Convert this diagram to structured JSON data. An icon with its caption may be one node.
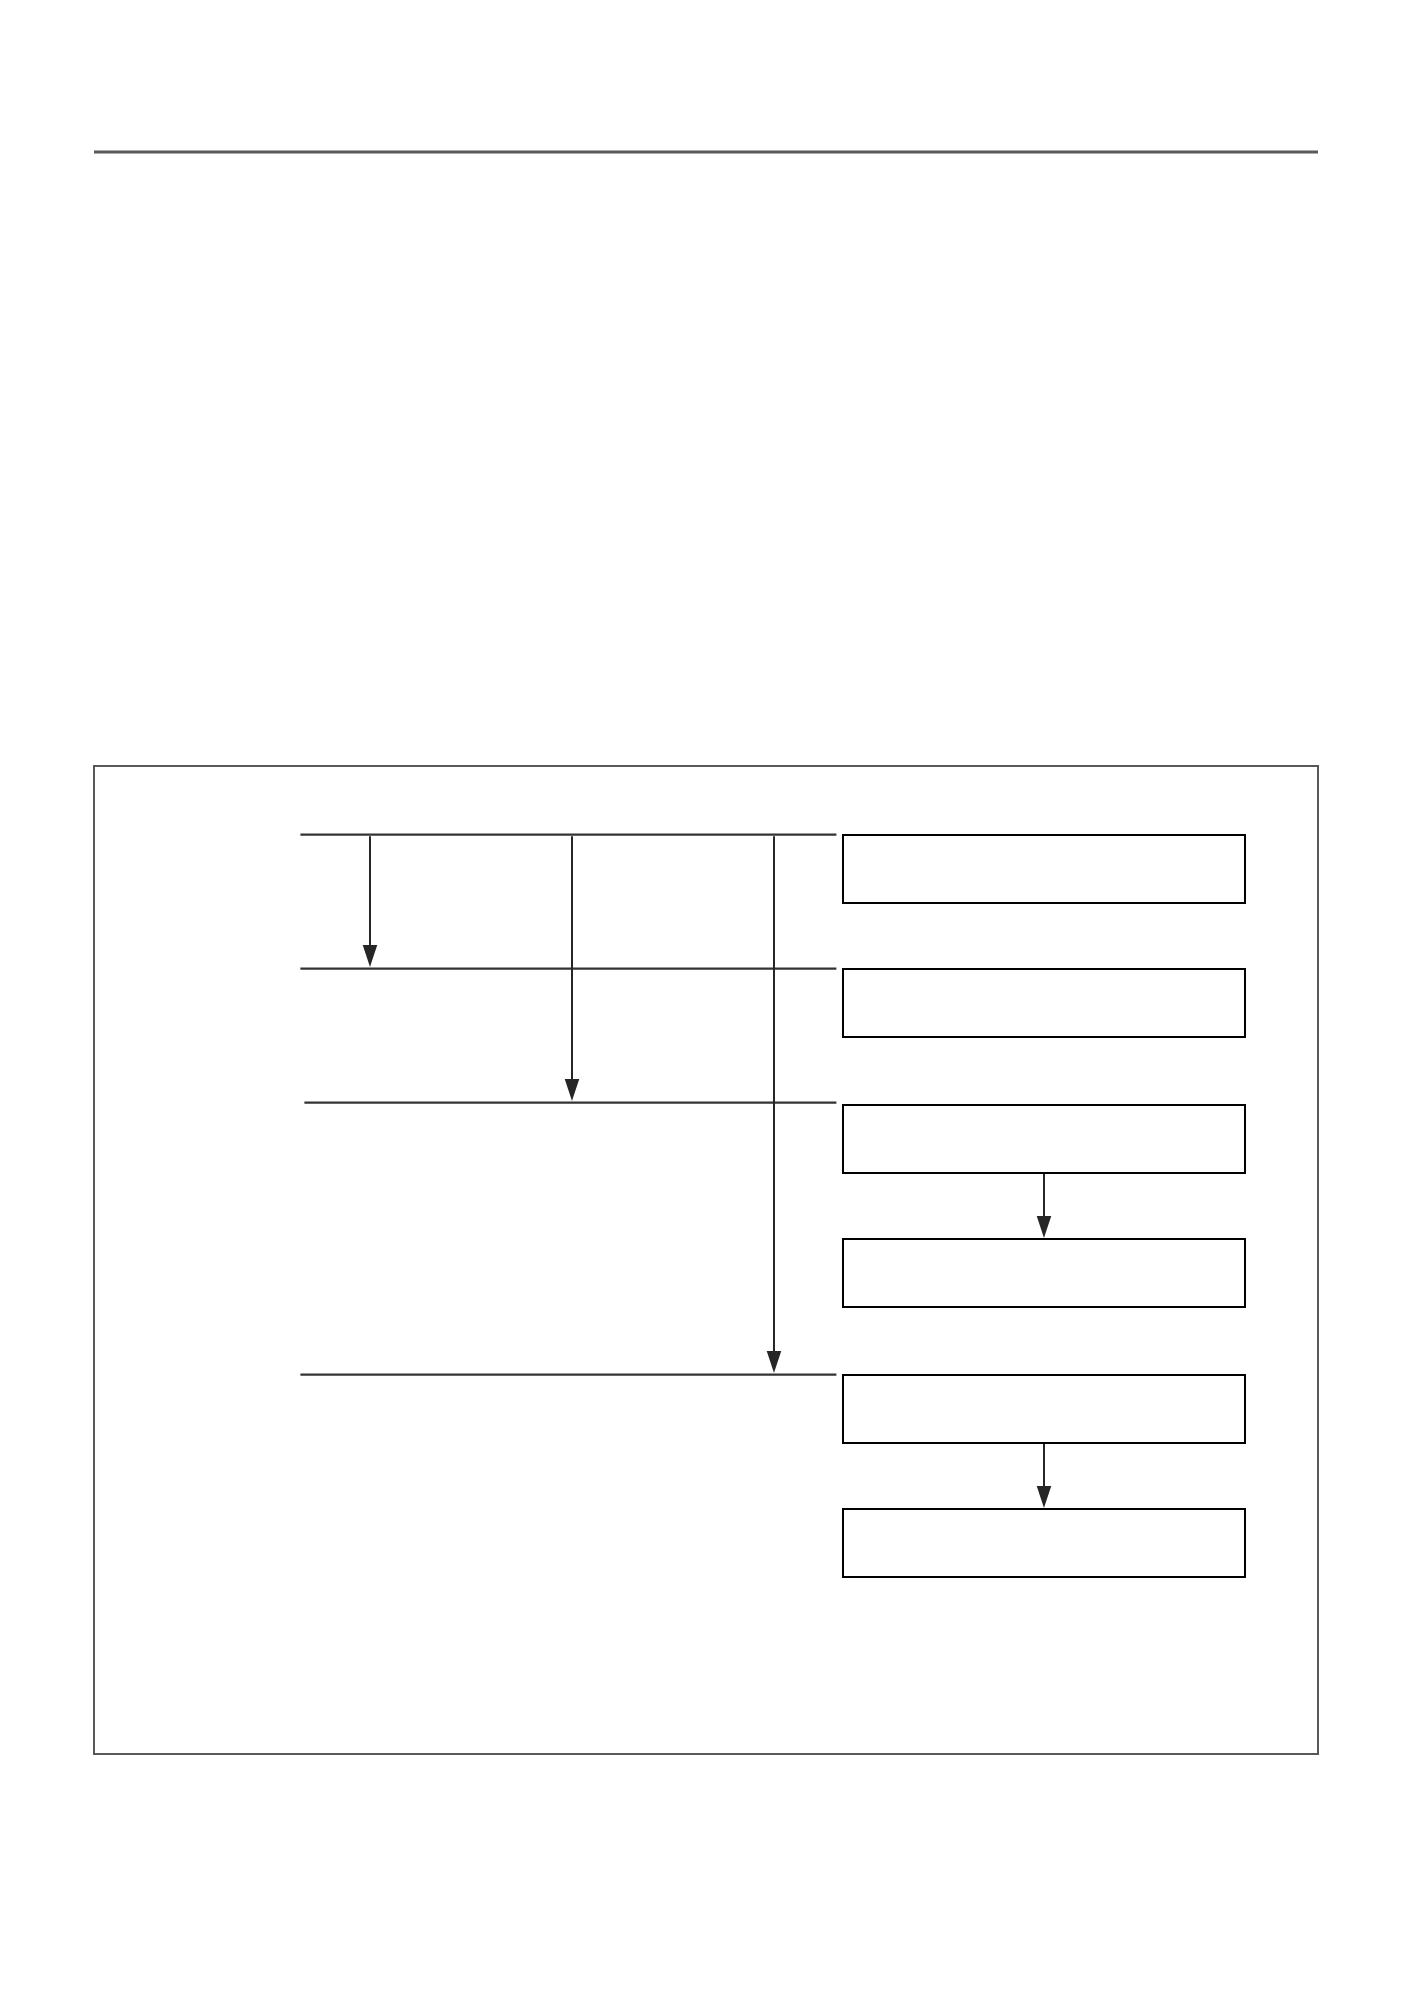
{
  "diagram": {
    "nodes": [
      {
        "text": [],
        "shape": "line"
      },
      {
        "text": [],
        "shape": "box"
      },
      {
        "text": [],
        "shape": "line"
      },
      {
        "text": [],
        "shape": "box"
      },
      {
        "text": [],
        "shape": "line"
      },
      {
        "text": [],
        "shape": "box"
      },
      {
        "text": [],
        "shape": "box"
      },
      {
        "text": [],
        "shape": "line"
      },
      {
        "text": [],
        "shape": "box"
      },
      {
        "text": [],
        "shape": "box"
      }
    ],
    "edges": [
      {
        "from": 0,
        "to": 2,
        "arrow": "to"
      },
      {
        "from": 0,
        "to": 4,
        "arrow": "to"
      },
      {
        "from": 0,
        "to": 7,
        "arrow": "to"
      },
      {
        "from": 5,
        "to": 6,
        "arrow": "to"
      },
      {
        "from": 8,
        "to": 9,
        "arrow": "to"
      }
    ]
  }
}
